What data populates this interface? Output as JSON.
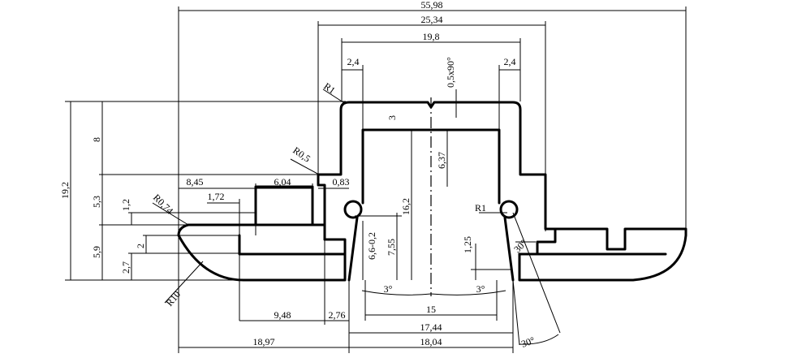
{
  "dimensions": {
    "overall_width": "55,98",
    "top_width": "25,34",
    "slot_width": "19,8",
    "lip_left": "2,4",
    "lip_right": "2,4",
    "chamfer": "0,5x90°",
    "radius_top": "R1",
    "depth_3": "3",
    "height_8": "8",
    "radius_0_5": "R0,5",
    "depth_6_37": "6,37",
    "width_8_45": "8,45",
    "width_6_04": "6,04",
    "width_0_83": "0,83",
    "width_1_72": "1,72",
    "height_1_2": "1,2",
    "radius_0_74": "R0,74",
    "height_5_3": "5,3",
    "overall_height": "19,2",
    "depth_16_2": "16,2",
    "radius_right": "R1",
    "tolerance_height": "6,6-0,2",
    "height_7_55": "7,55",
    "height_1_25": "1,25",
    "angle_30_small": "30°",
    "height_2": "2",
    "height_5_9": "5,9",
    "height_2_7": "2,7",
    "radius_10": "R10",
    "angle_3_left": "3°",
    "angle_3_right": "3°",
    "bottom_15": "15",
    "width_9_48": "9,48",
    "width_2_76": "2,76",
    "width_17_44": "17,44",
    "angle_30_bottom": "30°",
    "width_18_97": "18,97",
    "width_18_04": "18,04"
  }
}
